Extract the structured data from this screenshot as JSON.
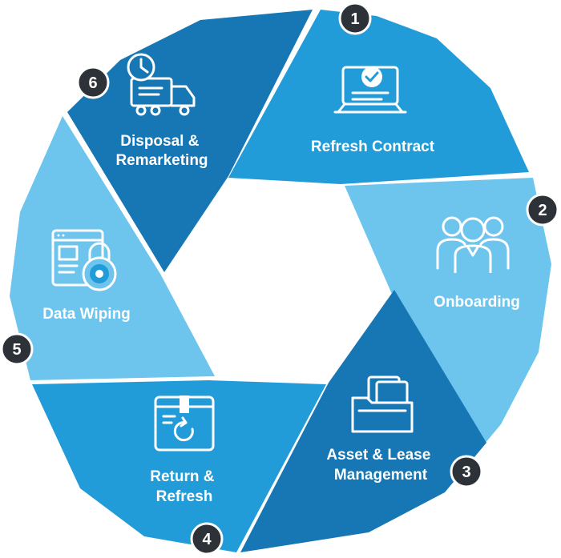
{
  "colors": {
    "dark": "#1777b4",
    "medium": "#219cd9",
    "light": "#6dc5ee",
    "badge": "#2d3238",
    "text": "#ffffff"
  },
  "stages": [
    {
      "number": "1",
      "label_lines": [
        "Refresh Contract"
      ],
      "color": "medium",
      "icon": "contract-laptop-icon"
    },
    {
      "number": "2",
      "label_lines": [
        "Onboarding"
      ],
      "color": "light",
      "icon": "team-people-icon"
    },
    {
      "number": "3",
      "label_lines": [
        "Asset & Lease",
        "Management"
      ],
      "color": "dark",
      "icon": "folder-documents-icon"
    },
    {
      "number": "4",
      "label_lines": [
        "Return &",
        "Refresh"
      ],
      "color": "medium",
      "icon": "box-return-icon"
    },
    {
      "number": "5",
      "label_lines": [
        "Data Wiping"
      ],
      "color": "light",
      "icon": "data-lock-icon"
    },
    {
      "number": "6",
      "label_lines": [
        "Disposal &",
        "Remarketing"
      ],
      "color": "dark",
      "icon": "delivery-truck-icon"
    }
  ]
}
